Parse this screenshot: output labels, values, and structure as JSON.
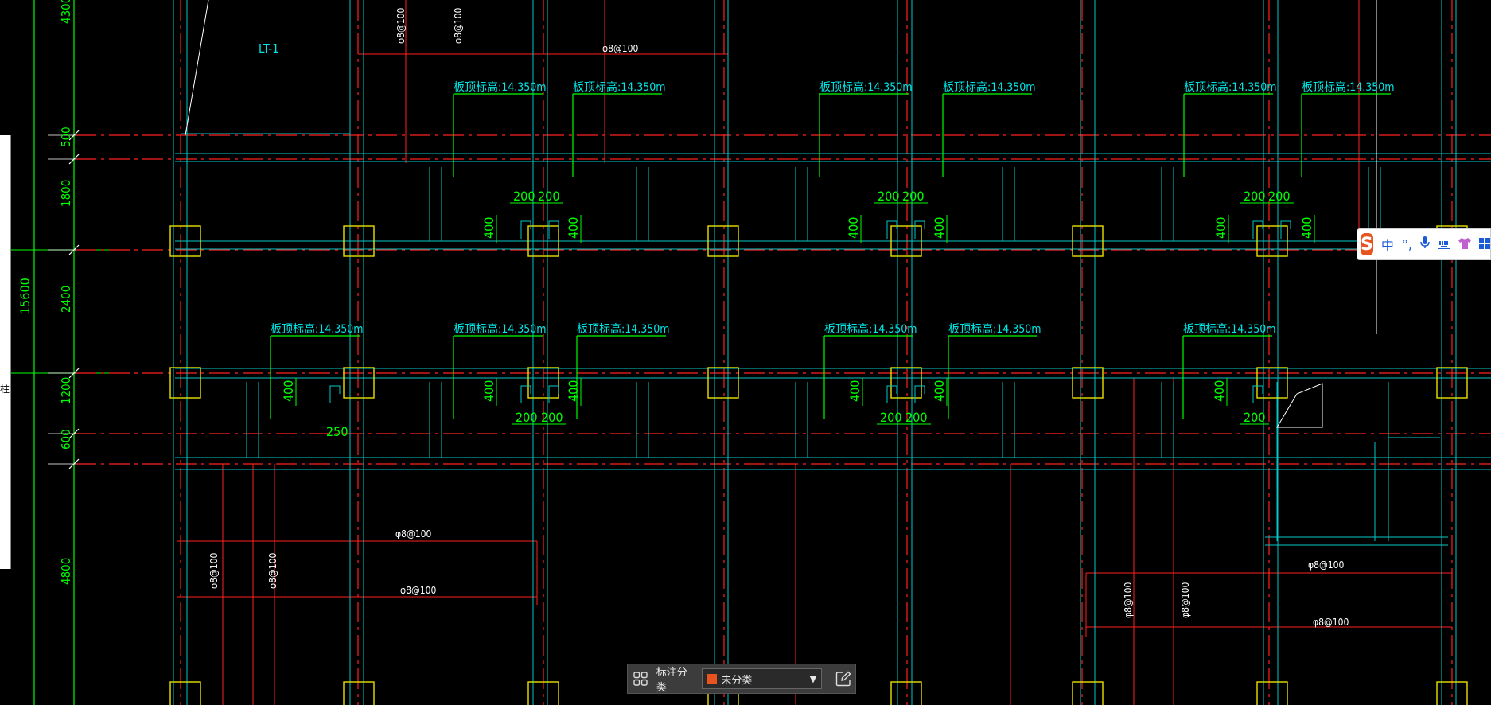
{
  "drawing": {
    "dimensions_vertical": [
      "4300",
      "500",
      "1800",
      "2400",
      "1200",
      "600",
      "4800"
    ],
    "dimension_total": "15600",
    "label_lt1": "LT-1",
    "rebar_notes": [
      "φ8@100",
      "φ8@100",
      "φ8@100",
      "φ8@100",
      "φ8@100",
      "φ8@100",
      "φ8@100",
      "φ8@100",
      "φ8@100",
      "φ8@100",
      "φ8@100"
    ],
    "slab_elev_label": "板顶标高:14.350m",
    "dim_200": "200",
    "dim_400": "400",
    "dim_250": "250",
    "colors": {
      "grid": "#ff2020",
      "wall": "#00c8c8",
      "column": "#e8e000",
      "dim": "#00ff00",
      "text": "#00e6e6",
      "white": "#ffffff"
    }
  },
  "ime": {
    "logo": "S",
    "items": [
      "中",
      "°,",
      "🎤",
      "⌨",
      "👕",
      "▦"
    ]
  },
  "toolbar": {
    "label": "标注分类",
    "selected": "未分类",
    "swatch_color": "#e8531f"
  },
  "left_panel": {
    "glyph": "柱"
  }
}
